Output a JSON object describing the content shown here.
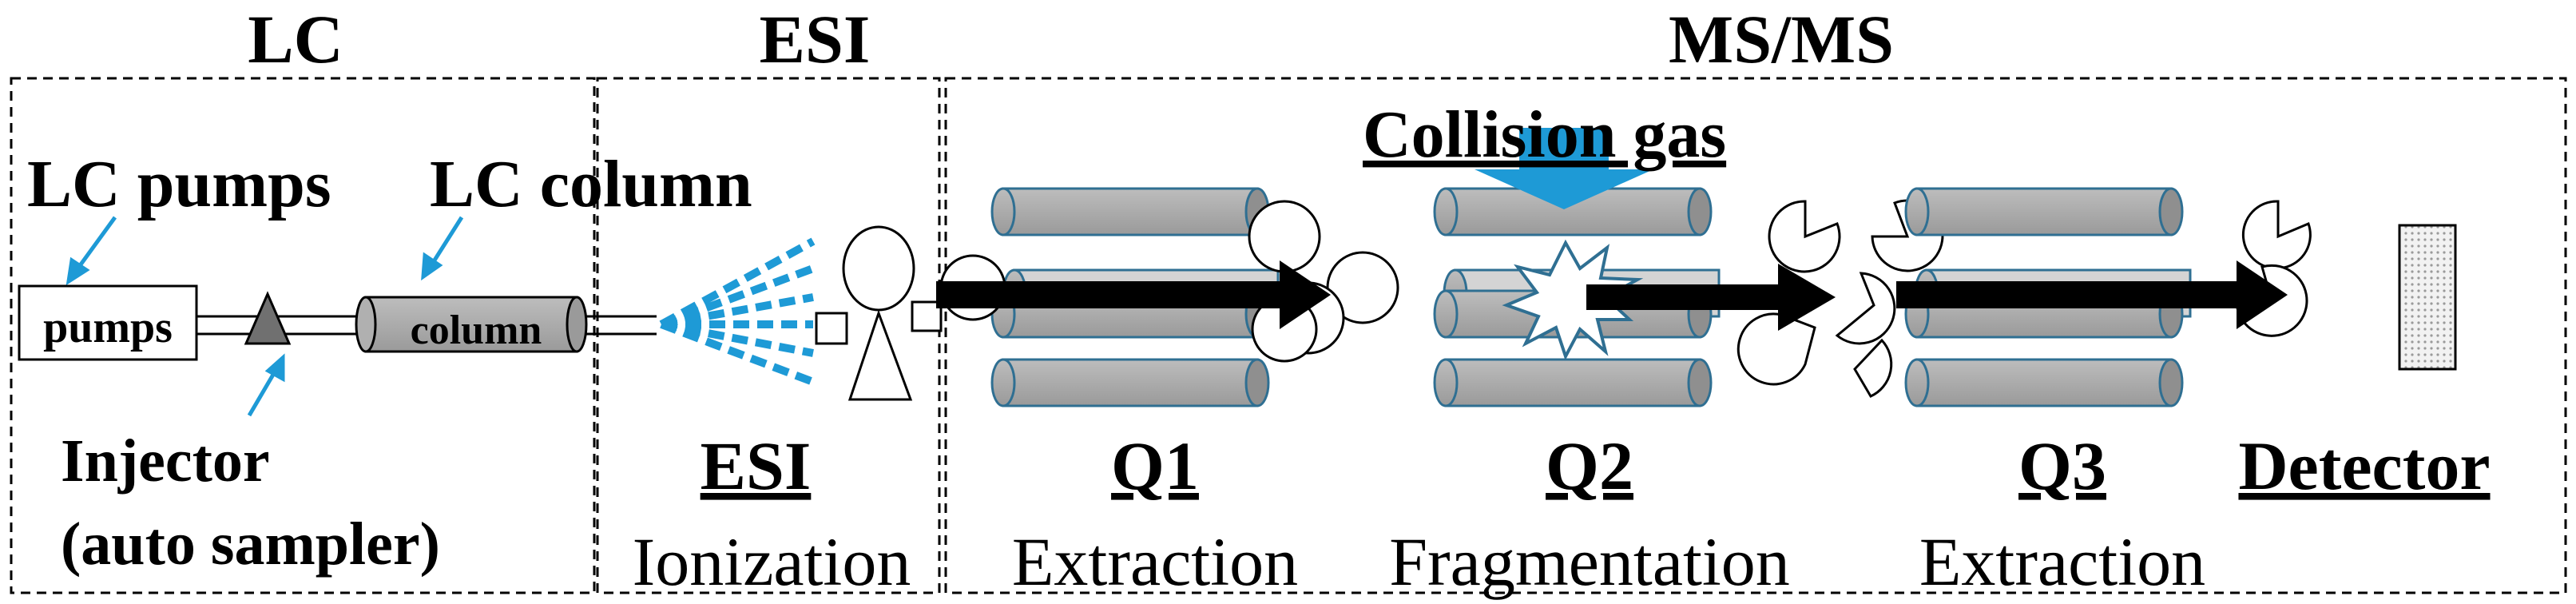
{
  "sections": {
    "lc": "LC",
    "esi": "ESI",
    "msms": "MS/MS"
  },
  "labels": {
    "lc_pumps": "LC pumps",
    "lc_column": "LC column",
    "pumps_box": "pumps",
    "column_box": "column",
    "injector_line1": "Injector",
    "injector_line2": "(auto sampler)",
    "collision_gas": "Collision gas",
    "esi_title": "ESI",
    "esi_sub": "Ionization",
    "q1_title": "Q1",
    "q1_sub": "Extraction",
    "q2_title": "Q2",
    "q2_sub": "Fragmentation",
    "q3_title": "Q3",
    "q3_sub": "Extraction",
    "detector": "Detector"
  },
  "colors": {
    "blue": "#1e9ad6",
    "rod_fill": "#a8a8a8",
    "rod_stroke": "#2f6f92",
    "arrow": "#000000"
  }
}
